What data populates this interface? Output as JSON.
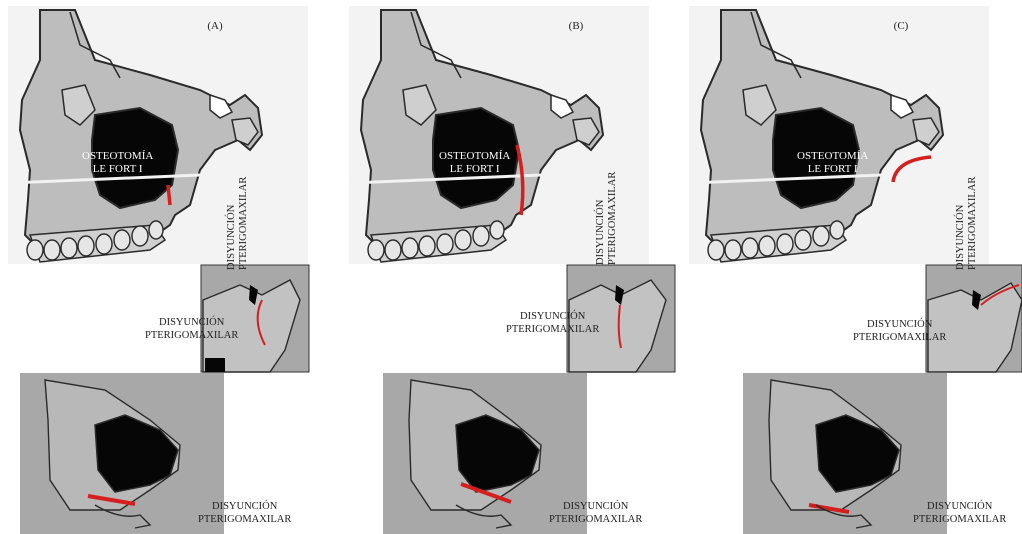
{
  "panels": [
    {
      "label": "(A)",
      "osteotomy_label": [
        "OSTEOTOMÍA",
        "LE FORT I"
      ],
      "pterygo_vertical": [
        "DISYUNCIÓN",
        "PTERIGOMAXILAR"
      ],
      "inset_mid_label": [
        "DISYUNCIÓN",
        "PTERIGOMAXILAR"
      ],
      "inset_bottom_label": [
        "DISYUNCIÓN",
        "PTERIGOMAXILAR"
      ]
    },
    {
      "label": "(B)",
      "osteotomy_label": [
        "OSTEOTOMÍA",
        "LE FORT I"
      ],
      "pterygo_vertical": [
        "DISYUNCIÓN",
        "PTERIGOMAXILAR"
      ],
      "inset_mid_label": [
        "DISYUNCIÓN",
        "PTERIGOMAXILAR"
      ],
      "inset_bottom_label": [
        "DISYUNCIÓN",
        "PTERIGOMAXILAR"
      ]
    },
    {
      "label": "(C)",
      "osteotomy_label": [
        "OSTEOTOMÍA",
        "LE FORT I"
      ],
      "pterygo_vertical": [
        "DISYUNCIÓN",
        "PTERIGOMAXILAR"
      ],
      "inset_mid_label": [
        "DISYUNCIÓN",
        "PTERIGOMAXILAR"
      ],
      "inset_bottom_label": [
        "DISYUNCIÓN",
        "PTERIGOMAXILAR"
      ]
    }
  ],
  "colors": {
    "bone_fill": "#bdbdbd",
    "bone_stroke": "#2a2a2a",
    "cavity": "#060606",
    "osteotomy_line": "#f2f2f2",
    "cut": "#d51f1f",
    "inset_bg": "#a8a8a8"
  }
}
